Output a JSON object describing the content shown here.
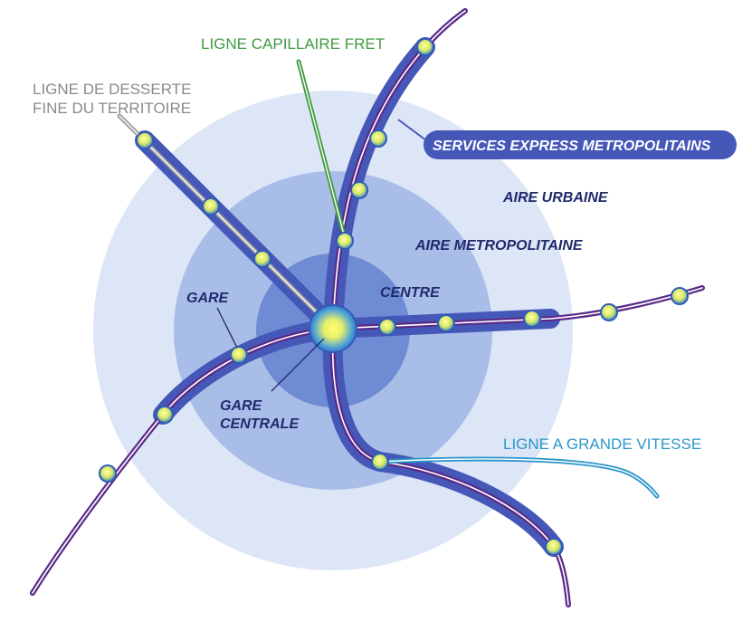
{
  "labels": {
    "desserte_line1": "LIGNE DE DESSERTE",
    "desserte_line2": "FINE DU TERRITOIRE",
    "fret": "LIGNE CAPILLAIRE FRET",
    "sem": "SERVICES EXPRESS METROPOLITAINS",
    "aire_urbaine": "AIRE URBAINE",
    "aire_metropolitaine": "AIRE METROPOLITAINE",
    "centre": "CENTRE",
    "gare": "GARE",
    "gare_centrale_line1": "GARE",
    "gare_centrale_line2": "CENTRALE",
    "lgv": "LIGNE A GRANDE VITESSE"
  },
  "colors": {
    "outer_zone": "#dde6f6",
    "middle_zone": "#a9bde9",
    "inner_zone": "#6f8bd4",
    "express_band": "#4558b8",
    "rail": "#5a2a88",
    "fret_line": "#3f9a3f",
    "desserte_line": "#9a9a9a",
    "lgv_line": "#2a96c8",
    "station": "#f0f06a",
    "label_dark": "#1f2a6b"
  }
}
